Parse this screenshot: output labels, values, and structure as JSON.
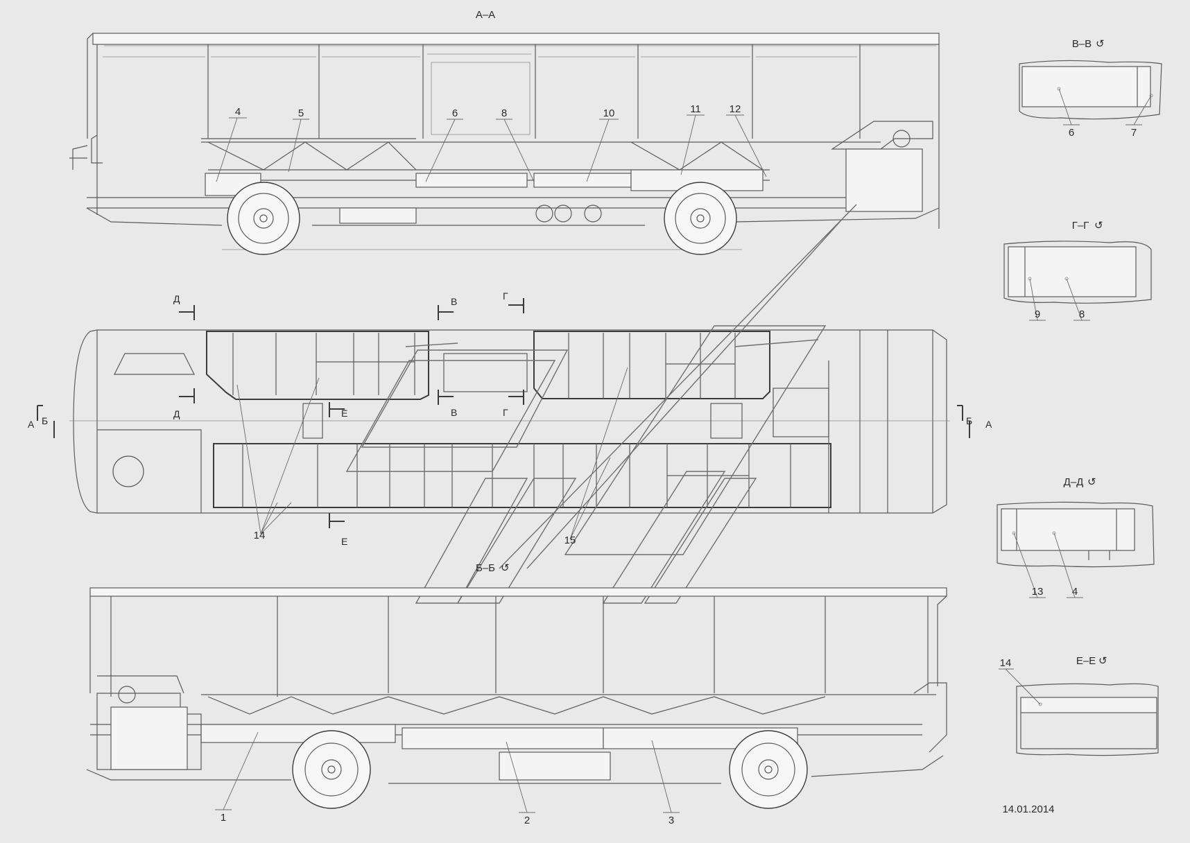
{
  "views": {
    "section_aa": {
      "title": "А–А"
    },
    "section_bb": {
      "title": "Б–Б"
    },
    "section_vv": {
      "title": "В–В"
    },
    "section_gg": {
      "title": "Г–Г"
    },
    "section_dd": {
      "title": "Д–Д"
    },
    "section_ee": {
      "title": "Е–Е"
    }
  },
  "rotate_symbol": "↺",
  "cut_marks": {
    "a": "А",
    "b": "Б",
    "v": "В",
    "g": "Г",
    "d": "Д",
    "e": "Е"
  },
  "callouts": {
    "aa": [
      "4",
      "5",
      "6",
      "8",
      "10",
      "11",
      "12"
    ],
    "plan": [
      "14",
      "15"
    ],
    "bb": [
      "1",
      "2",
      "3"
    ],
    "vv": [
      "6",
      "7"
    ],
    "gg": [
      "9",
      "8"
    ],
    "dd": [
      "13",
      "4"
    ],
    "ee": [
      "14"
    ]
  },
  "date": "14.01.2014",
  "colors": {
    "line": "#5a5a5a",
    "background": "#e9e9e9"
  }
}
